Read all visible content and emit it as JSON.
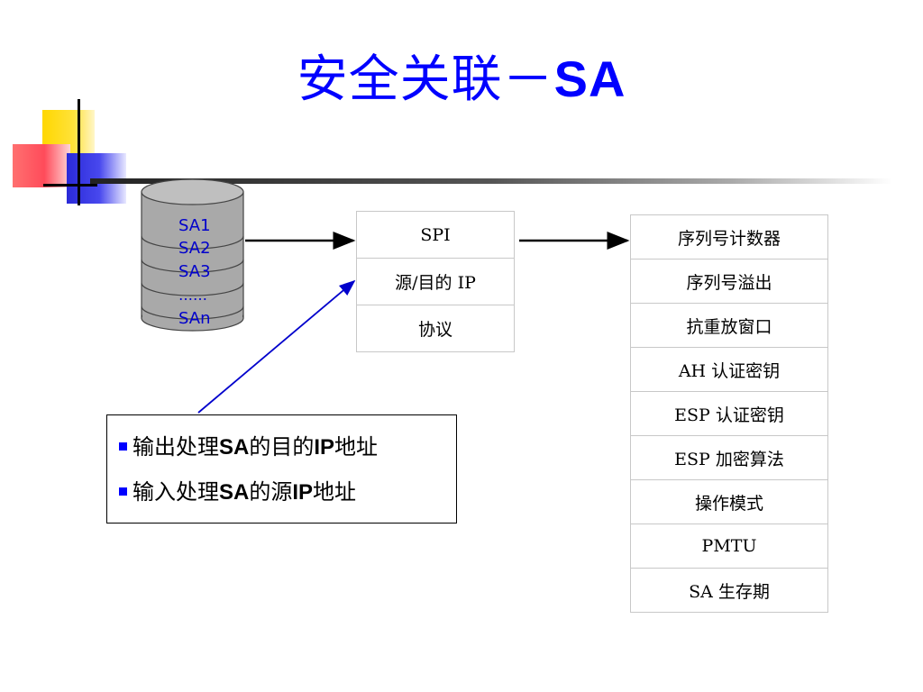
{
  "title": "安全关联－SA",
  "title_parts": {
    "cn": "安全关联－",
    "latin": "SA"
  },
  "database": {
    "entries": [
      "SA1",
      "SA2",
      "SA3",
      "……",
      "SAn"
    ]
  },
  "selector_table": {
    "rows": [
      "SPI",
      "源/目的 IP",
      "协议"
    ]
  },
  "parameter_table": {
    "rows": [
      "序列号计数器",
      "序列号溢出",
      "抗重放窗口",
      "AH 认证密钥",
      "ESP 认证密钥",
      "ESP 加密算法",
      "操作模式",
      "PMTU",
      "SA 生存期"
    ]
  },
  "note": {
    "items": [
      {
        "pre": "输出处理",
        "b1": "SA",
        "mid": "的目的",
        "b2": "IP",
        "post": "地址"
      },
      {
        "pre": "输入处理",
        "b1": "SA",
        "mid": "的源",
        "b2": "IP",
        "post": "地址"
      }
    ]
  },
  "colors": {
    "title": "#0000ff",
    "arrow_blue": "#0000cc",
    "cylinder": "#a9a9a9"
  }
}
